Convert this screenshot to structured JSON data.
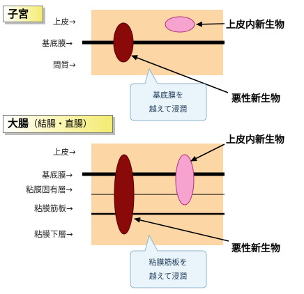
{
  "panel_uterus": {
    "title": "子宮",
    "labels": {
      "epithelium": "上皮→",
      "basement_membrane": "基底膜→",
      "stroma": "間質→"
    },
    "right_labels": {
      "intraepithelial": "上皮内新生物",
      "malignant": "悪性新生物"
    },
    "callout": [
      "基底膜を",
      "越えて浸潤"
    ]
  },
  "panel_colon": {
    "title": "大腸",
    "subtitle": "（結腸・直腸）",
    "labels": {
      "epithelium": "上皮→",
      "basement_membrane": "基底膜→",
      "lamina_propria": "粘膜固有層→",
      "muscularis_mucosae": "粘膜筋板→",
      "submucosa": "粘膜下層→"
    },
    "right_labels": {
      "intraepithelial": "上皮内新生物",
      "malignant": "悪性新生物"
    },
    "callout": [
      "粘膜筋板を",
      "越えて浸潤"
    ]
  },
  "colors": {
    "tissue": "#fcd6a4",
    "malignant": "#8a0a0a",
    "intraepithelial": "#f7a3cf",
    "callout_fill": "#eaf4fb",
    "callout_stroke": "#8fb3cf",
    "tab_gradient_end": "#f4eb70"
  }
}
